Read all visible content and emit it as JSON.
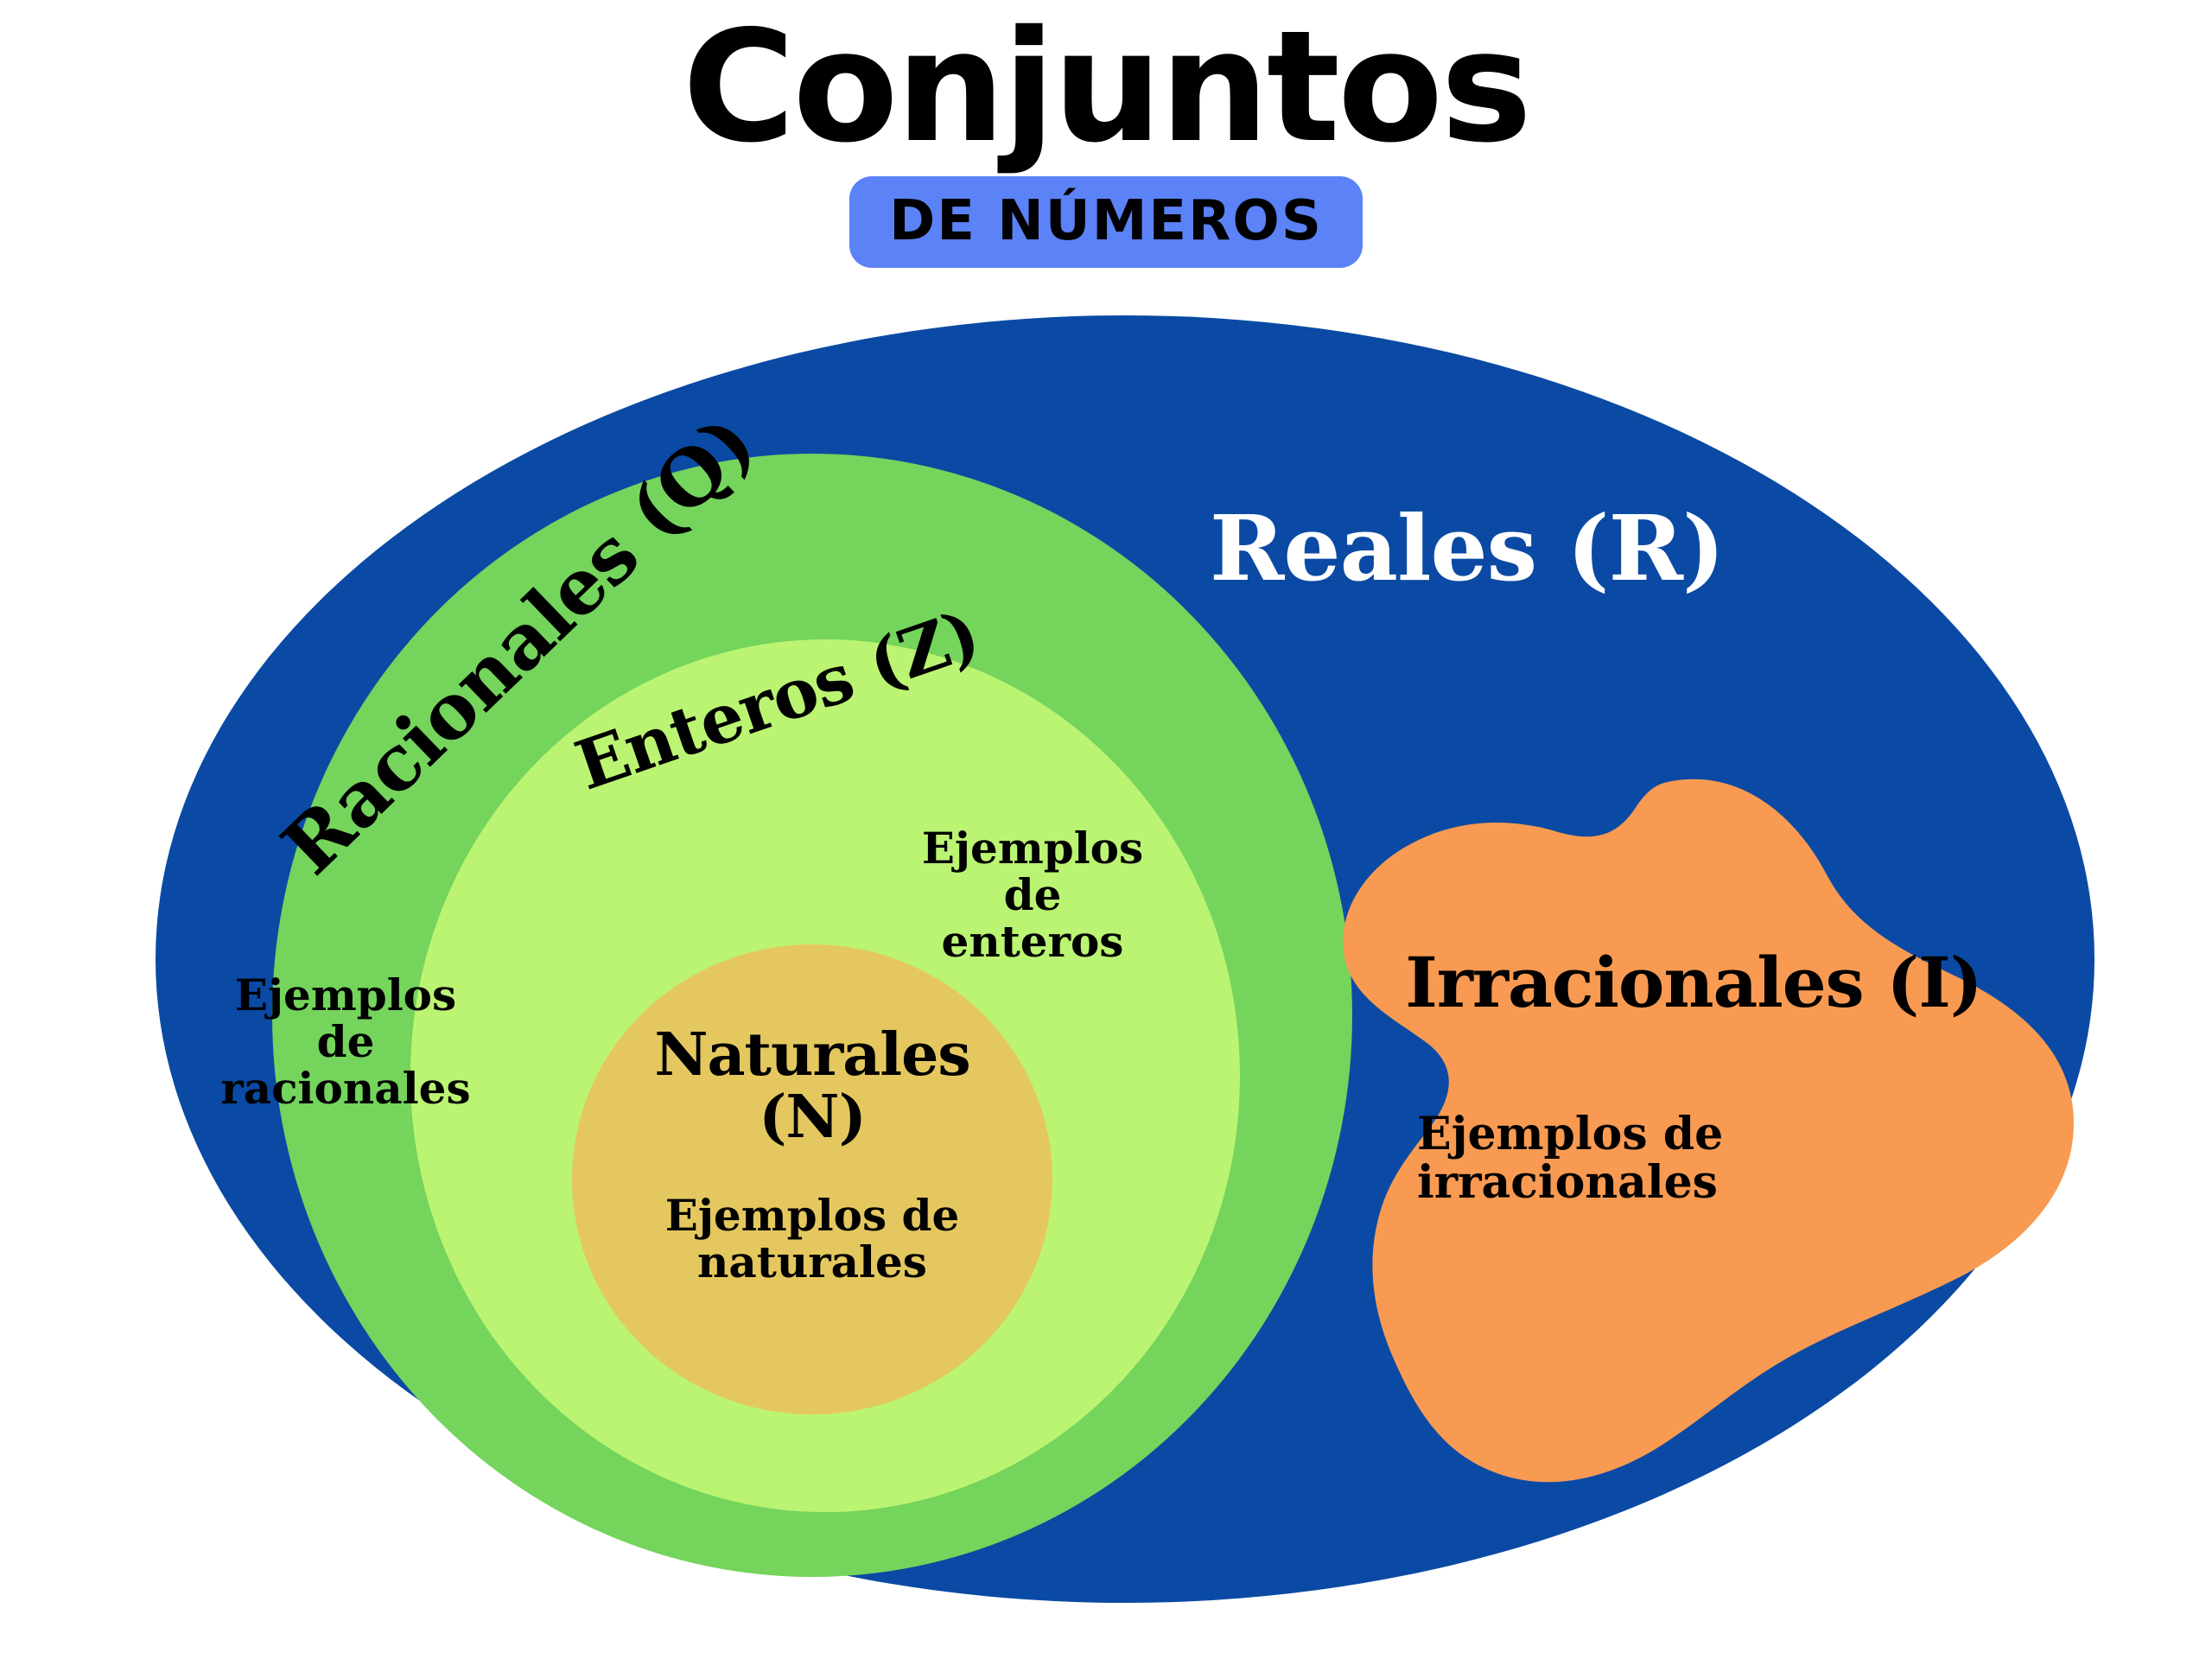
{
  "header": {
    "title": "Conjuntos",
    "subtitle_badge": "DE NÚMEROS",
    "badge_color": "#5b82f7"
  },
  "diagram": {
    "type": "venn-nested-sets",
    "description": "Diagrama de conjuntos numéricos anidados",
    "sets": [
      {
        "id": "reales",
        "label": "Reales (R)",
        "symbol": "R",
        "shape": "ellipse",
        "color": "#0a4aa4",
        "label_color": "#ffffff",
        "examples_label": ""
      },
      {
        "id": "racionales",
        "label": "Racionales (Q)",
        "symbol": "Q",
        "shape": "ellipse",
        "color": "#74d45c",
        "label_color": "#000000",
        "examples_label": "Ejemplos\nde\nracionales"
      },
      {
        "id": "enteros",
        "label": "Enteros (Z)",
        "symbol": "Z",
        "shape": "ellipse",
        "color": "#bbf472",
        "label_color": "#000000",
        "examples_label": "Ejemplos\nde\nenteros"
      },
      {
        "id": "naturales",
        "label": "Naturales (N)",
        "symbol": "N",
        "shape": "circle",
        "color": "#e4c85f",
        "label_color": "#000000",
        "examples_label": "Ejemplos de\nnaturales"
      },
      {
        "id": "irracionales",
        "label": "Irracionales (I)",
        "symbol": "I",
        "shape": "blob",
        "color": "#f89a52",
        "label_color": "#000000",
        "examples_label": "Ejemplos de\nirracionales"
      }
    ],
    "background_color": "#ffffff"
  }
}
